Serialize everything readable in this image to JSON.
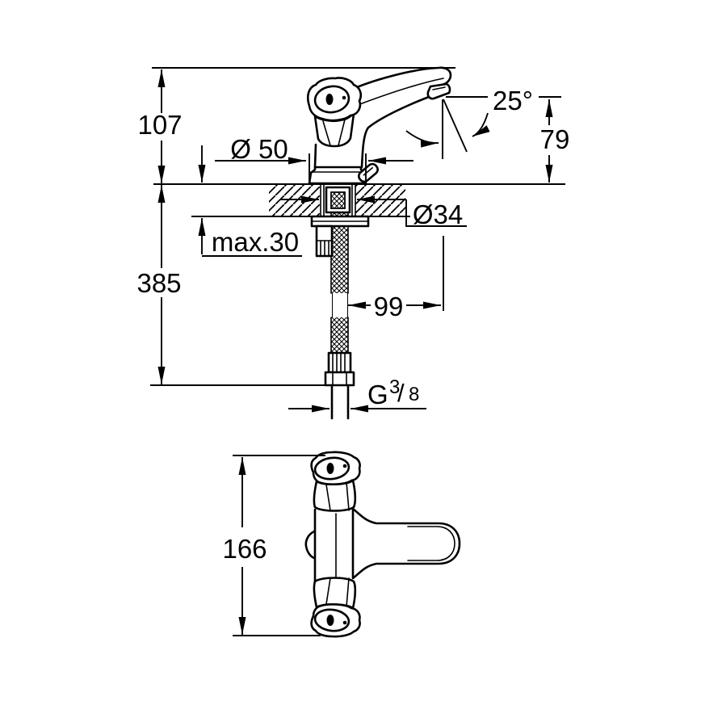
{
  "drawing": {
    "background": "#ffffff",
    "ink": "#000000",
    "description": "two-handle basin mixer technical dimension drawing, side elevation and plan view",
    "dims": {
      "height_to_deck": "107",
      "base_dia": "Ø 50",
      "angle": "25°",
      "outlet_height": "79",
      "hole_dia": "Ø34",
      "deck_max": "max.30",
      "total_height": "385",
      "reach": "99",
      "width": "166",
      "thread_g": "G",
      "thread_num": "3",
      "thread_slash": "/",
      "thread_den": "8"
    }
  }
}
